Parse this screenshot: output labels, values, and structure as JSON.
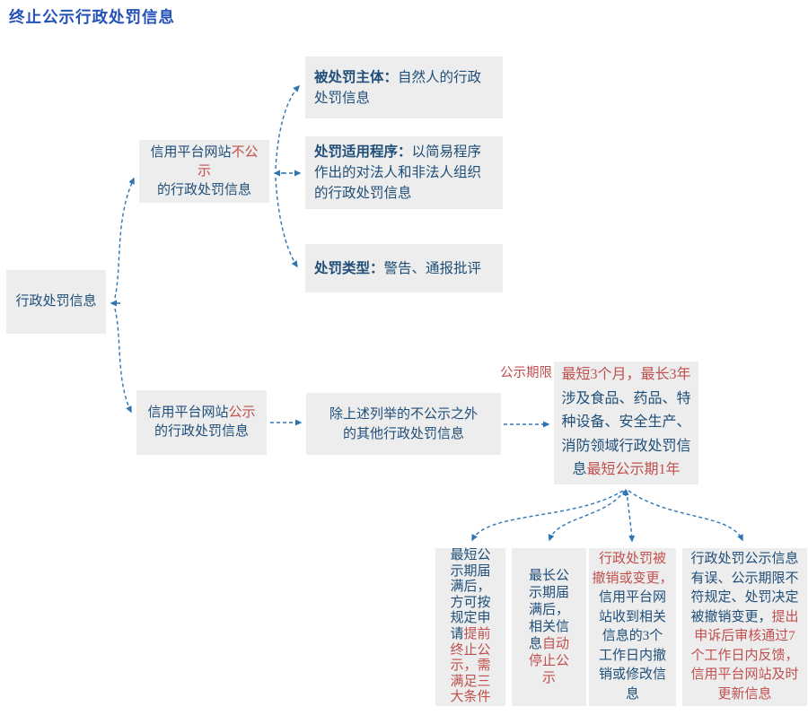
{
  "title": "终止公示行政处罚信息",
  "colors": {
    "title_blue": "#2351b8",
    "text_blue": "#1f4e79",
    "text_red": "#c0504d",
    "arrow_blue": "#2e75b6",
    "box_bg": "#ededed"
  },
  "period_label": "公示期限",
  "nodes": {
    "root": {
      "segments": [
        {
          "t": "行政处罚信息",
          "c": "blue"
        }
      ]
    },
    "branch_top": {
      "segments": [
        {
          "t": "信用平台网站",
          "c": "blue"
        },
        {
          "t": "不公示\n",
          "c": "red"
        },
        {
          "t": "的行政处罚信息",
          "c": "blue"
        }
      ]
    },
    "sub_subject": {
      "segments": [
        {
          "t": "被处罚主体：",
          "c": "blue",
          "b": true
        },
        {
          "t": "自然人的行政处罚信息",
          "c": "blue"
        }
      ]
    },
    "sub_procedure": {
      "segments": [
        {
          "t": "处罚适用程序：",
          "c": "blue",
          "b": true
        },
        {
          "t": "以简易程序作出的对法人和非法人组织的行政处罚信息",
          "c": "blue"
        }
      ]
    },
    "sub_type": {
      "segments": [
        {
          "t": "处罚类型：",
          "c": "blue",
          "b": true
        },
        {
          "t": "警告、通报批评",
          "c": "blue"
        }
      ]
    },
    "branch_bottom": {
      "segments": [
        {
          "t": "信用平台网站",
          "c": "blue"
        },
        {
          "t": "公示",
          "c": "red"
        },
        {
          "t": "\n的行政处罚信息",
          "c": "blue"
        }
      ]
    },
    "mid": {
      "segments": [
        {
          "t": "除上述列举的不公示之外\n的其他行政处罚信息",
          "c": "blue"
        }
      ]
    },
    "period": {
      "segments": [
        {
          "t": "最短3个月，最长3年\n",
          "c": "red"
        },
        {
          "t": "涉及食品、药品、特\n种设备、安全生产、\n消防领域行政处罚信\n息",
          "c": "blue"
        },
        {
          "t": "最短公示期1年",
          "c": "red"
        }
      ]
    },
    "child_early": {
      "segments": [
        {
          "t": "最短公\n示期届\n满后，\n方可按\n规定申\n请",
          "c": "blue"
        },
        {
          "t": "提前\n终止公\n示，需\n满足三\n大条件",
          "c": "red"
        }
      ]
    },
    "child_auto": {
      "segments": [
        {
          "t": "最长公\n示期届\n满后，\n相关信\n息",
          "c": "blue"
        },
        {
          "t": "自动\n停止公\n示",
          "c": "red"
        }
      ]
    },
    "child_revoke": {
      "segments": [
        {
          "t": "行政处罚被\n撤销或变更，\n",
          "c": "red"
        },
        {
          "t": "信用平台网\n站收到相关\n信息的3个\n工作日内撤\n销或修改信\n息",
          "c": "blue"
        }
      ]
    },
    "child_appeal": {
      "segments": [
        {
          "t": "行政处罚公示信息\n有误、公示期限不\n符规定、处罚决定\n被撤销变更，",
          "c": "blue"
        },
        {
          "t": "提出\n申诉后审核通过7\n个工作日内反馈，\n信用平台网站及时\n更新信息",
          "c": "red"
        }
      ]
    }
  }
}
